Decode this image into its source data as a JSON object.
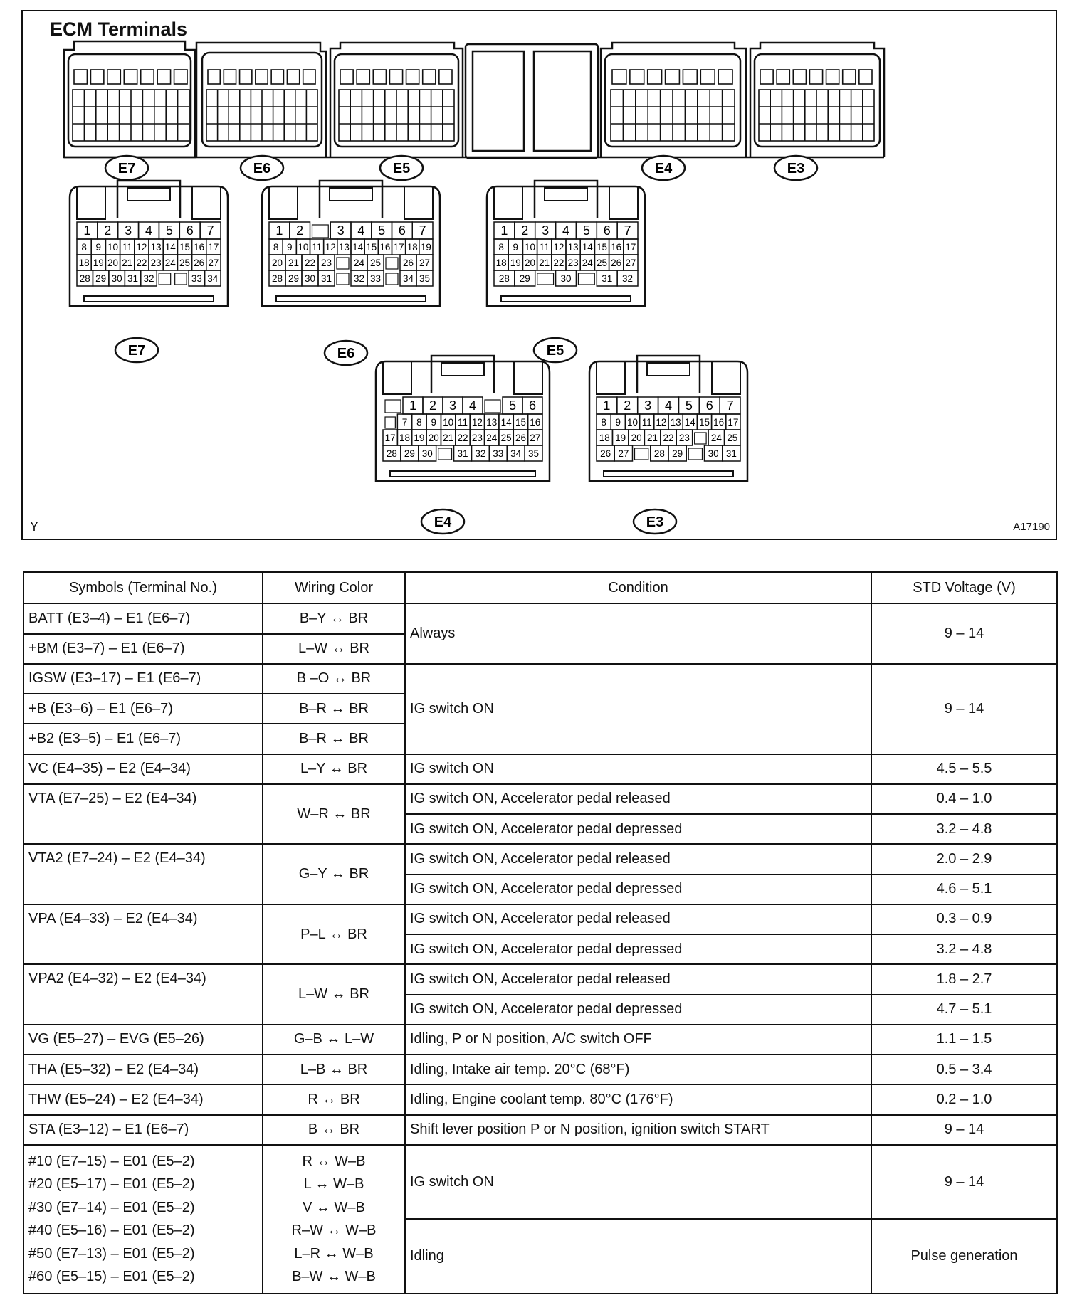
{
  "diagram": {
    "title": "ECM Terminals",
    "corner_letter": "Y",
    "figure_id": "A17190",
    "top_row_labels": [
      "E7",
      "E6",
      "E5",
      "E4",
      "E3"
    ],
    "connectors": {
      "E7": {
        "label": "E7",
        "rows": [
          [
            "1",
            "2",
            "3",
            "4",
            "5",
            "6",
            "7"
          ],
          [
            "8",
            "9",
            "10",
            "11",
            "12",
            "13",
            "14",
            "15",
            "16",
            "17"
          ],
          [
            "18",
            "19",
            "20",
            "21",
            "22",
            "23",
            "24",
            "25",
            "26",
            "27"
          ],
          [
            "28",
            "29",
            "30",
            "31",
            "32",
            "",
            "",
            "33",
            "34"
          ]
        ]
      },
      "E6": {
        "label": "E6",
        "rows": [
          [
            "1",
            "2",
            "",
            "3",
            "4",
            "5",
            "6",
            "7"
          ],
          [
            "8",
            "9",
            "10",
            "11",
            "12",
            "13",
            "14",
            "15",
            "16",
            "17",
            "18",
            "19"
          ],
          [
            "20",
            "21",
            "22",
            "23",
            "",
            "24",
            "25",
            "",
            "26",
            "27"
          ],
          [
            "28",
            "29",
            "30",
            "31",
            "",
            "32",
            "33",
            "",
            "34",
            "35"
          ]
        ]
      },
      "E5": {
        "label": "E5",
        "rows": [
          [
            "1",
            "2",
            "3",
            "4",
            "5",
            "6",
            "7"
          ],
          [
            "8",
            "9",
            "10",
            "11",
            "12",
            "13",
            "14",
            "15",
            "16",
            "17"
          ],
          [
            "18",
            "19",
            "20",
            "21",
            "22",
            "23",
            "24",
            "25",
            "26",
            "27"
          ],
          [
            "28",
            "29",
            "",
            "30",
            "",
            "31",
            "32"
          ]
        ]
      },
      "E4": {
        "label": "E4",
        "rows": [
          [
            "",
            "1",
            "2",
            "3",
            "4",
            "",
            "5",
            "6"
          ],
          [
            "",
            "7",
            "8",
            "9",
            "10",
            "11",
            "12",
            "13",
            "14",
            "15",
            "16"
          ],
          [
            "17",
            "18",
            "19",
            "20",
            "21",
            "22",
            "23",
            "24",
            "25",
            "26",
            "27"
          ],
          [
            "28",
            "29",
            "30",
            "",
            "31",
            "32",
            "33",
            "34",
            "35"
          ]
        ]
      },
      "E3": {
        "label": "E3",
        "rows": [
          [
            "1",
            "2",
            "3",
            "4",
            "5",
            "6",
            "7"
          ],
          [
            "8",
            "9",
            "10",
            "11",
            "12",
            "13",
            "14",
            "15",
            "16",
            "17"
          ],
          [
            "18",
            "19",
            "20",
            "21",
            "22",
            "23",
            "",
            "24",
            "25"
          ],
          [
            "26",
            "27",
            "",
            "28",
            "29",
            "",
            "30",
            "31"
          ]
        ]
      }
    }
  },
  "table": {
    "headers": [
      "Symbols (Terminal No.)",
      "Wiring Color",
      "Condition",
      "STD Voltage (V)"
    ],
    "rows": [
      {
        "symbol": "BATT (E3–4) – E1 (E6–7)",
        "wire": "B–Y ↔ BR",
        "cond": "Always",
        "volt": "9 – 14"
      },
      {
        "symbol": "+BM (E3–7) – E1 (E6–7)",
        "wire": "L–W ↔ BR"
      },
      {
        "symbol": "IGSW (E3–17) – E1 (E6–7)",
        "wire": "B –O ↔ BR",
        "cond": "IG switch ON",
        "volt": "9 – 14"
      },
      {
        "symbol": "+B (E3–6) – E1 (E6–7)",
        "wire": "B–R ↔ BR"
      },
      {
        "symbol": "+B2 (E3–5) – E1 (E6–7)",
        "wire": "B–R ↔ BR"
      },
      {
        "symbol": "VC (E4–35) – E2 (E4–34)",
        "wire": "L–Y ↔ BR",
        "cond": "IG switch ON",
        "volt": "4.5 – 5.5"
      },
      {
        "symbol": "VTA (E7–25) – E2 (E4–34)",
        "wire": "W–R ↔ BR",
        "cond": "IG switch ON, Accelerator pedal released",
        "volt": "0.4 – 1.0"
      },
      {
        "cond": "IG switch ON, Accelerator pedal depressed",
        "volt": "3.2 – 4.8"
      },
      {
        "symbol": "VTA2 (E7–24) – E2 (E4–34)",
        "wire": "G–Y ↔ BR",
        "cond": "IG switch ON, Accelerator pedal released",
        "volt": "2.0 – 2.9"
      },
      {
        "cond": "IG switch ON, Accelerator pedal depressed",
        "volt": "4.6 – 5.1"
      },
      {
        "symbol": "VPA (E4–33) – E2 (E4–34)",
        "wire": "P–L ↔ BR",
        "cond": "IG switch ON, Accelerator pedal released",
        "volt": "0.3 – 0.9"
      },
      {
        "cond": "IG switch ON, Accelerator pedal depressed",
        "volt": "3.2 – 4.8"
      },
      {
        "symbol": "VPA2 (E4–32) – E2 (E4–34)",
        "wire": "L–W ↔ BR",
        "cond": "IG switch ON, Accelerator pedal released",
        "volt": "1.8 – 2.7"
      },
      {
        "cond": "IG switch ON, Accelerator pedal depressed",
        "volt": "4.7 – 5.1"
      },
      {
        "symbol": "VG (E5–27) – EVG (E5–26)",
        "wire": "G–B ↔ L–W",
        "cond": "Idling, P or N position, A/C switch OFF",
        "volt": "1.1 – 1.5"
      },
      {
        "symbol": "THA (E5–32) – E2 (E4–34)",
        "wire": "L–B ↔ BR",
        "cond": "Idling, Intake air temp. 20°C (68°F)",
        "volt": "0.5 – 3.4"
      },
      {
        "symbol": "THW (E5–24) – E2 (E4–34)",
        "wire": "R ↔ BR",
        "cond": "Idling, Engine coolant temp. 80°C (176°F)",
        "volt": "0.2 – 1.0"
      },
      {
        "symbol": "STA (E3–12) – E1 (E6–7)",
        "wire": "B ↔ BR",
        "cond": "Shift lever position P or N position, ignition switch START",
        "volt": "9 – 14"
      }
    ],
    "injectors": {
      "symbols": [
        "#10 (E7–15) – E01 (E5–2)",
        "#20 (E5–17) – E01 (E5–2)",
        "#30 (E7–14) – E01 (E5–2)",
        "#40 (E5–16) – E01 (E5–2)",
        "#50 (E7–13) – E01 (E5–2)",
        "#60 (E5–15) – E01 (E5–2)"
      ],
      "wires": [
        "R ↔ W–B",
        "L ↔ W–B",
        "V ↔ W–B",
        "R–W ↔ W–B",
        "L–R ↔ W–B",
        "B–W ↔ W–B"
      ],
      "cond1": "IG switch ON",
      "volt1": "9 – 14",
      "cond2": "Idling",
      "volt2": "Pulse generation"
    }
  }
}
